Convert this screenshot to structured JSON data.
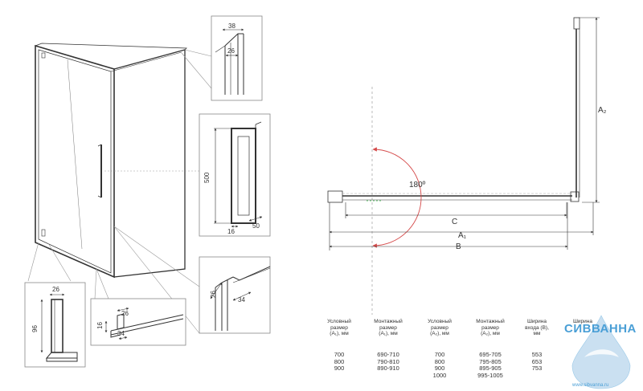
{
  "details": {
    "top_profile": {
      "width_outer": "38",
      "width_inner": "26"
    },
    "handle": {
      "height": "500",
      "thickness": "16",
      "depth": "50"
    },
    "hinge": {
      "a": "26",
      "b": "34"
    },
    "bottom_corner": {
      "width": "26",
      "height": "96"
    },
    "bottom_profile": {
      "a": "26",
      "b": "16",
      "c": "34"
    }
  },
  "plan": {
    "angle": "180º",
    "dim_a2": "A₂",
    "dim_c": "C",
    "dim_a1": "A₁",
    "dim_b": "B"
  },
  "table": {
    "columns": [
      {
        "header": [
          "Условный",
          "размер",
          "(A₁), мм"
        ],
        "values": [
          "700",
          "800",
          "900",
          ""
        ]
      },
      {
        "header": [
          "Монтажный",
          "размер",
          "(A₁), мм"
        ],
        "values": [
          "690-710",
          "790-810",
          "890-910",
          ""
        ]
      },
      {
        "header": [
          "Условный",
          "размер",
          "(A₂), мм"
        ],
        "values": [
          "700",
          "800",
          "900",
          "1000"
        ]
      },
      {
        "header": [
          "Монтажный",
          "размер",
          "(A₂), мм"
        ],
        "values": [
          "695-705",
          "795-805",
          "895-905",
          "995-1005"
        ]
      },
      {
        "header": [
          "Ширина",
          "входа (B),",
          "мм"
        ],
        "values": [
          "553",
          "653",
          "753",
          ""
        ]
      },
      {
        "header": [
          "Ширина",
          "",
          ""
        ],
        "values": [
          "",
          "",
          "",
          ""
        ]
      }
    ]
  },
  "logo": {
    "name": "СИВВАННА",
    "url": "www.sibvanna.ru",
    "colors": {
      "primary": "#4a9fd6",
      "drop": "#9fc7e6"
    }
  }
}
